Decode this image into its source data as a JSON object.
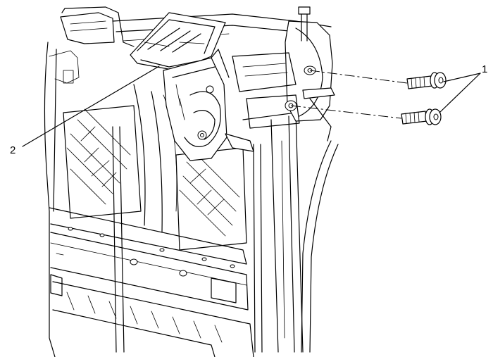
{
  "callouts": {
    "one": {
      "label": "1",
      "part": "bolts"
    },
    "two": {
      "label": "2",
      "part": "bracket"
    }
  }
}
